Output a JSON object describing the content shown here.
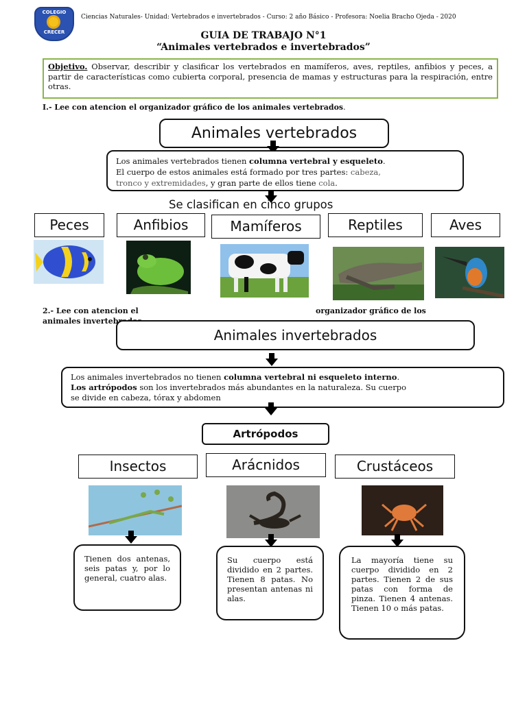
{
  "header": {
    "logo_top": "COLEGIO",
    "logo_bottom": "CRECER",
    "line": "Ciencias Naturales- Unidad: Vertebrados e invertebrados -  Curso: 2 año Básico -  Profesora: Noelia Bracho Ojeda   - 2020"
  },
  "title": {
    "line1": "GUIA DE TRABAJO N°1",
    "line2": "“Animales vertebrados e invertebrados”"
  },
  "objective": {
    "label": "Objetivo.",
    "text": " Observar, describir y clasificar los vertebrados en mamíferos, aves, reptiles, anfibios y peces, a partir de características como cubierta corporal, presencia de mamas y estructuras para la respiración, entre otras."
  },
  "section1": {
    "heading_bold": "I.- Lee con atencion el organizador gráfico de los animales vertebrados",
    "heading_end": ".",
    "main_box": "Animales vertebrados",
    "para_a": "Los animales vertebrados tienen ",
    "para_bold": "columna  vertebral y esqueleto",
    "para_b": ".",
    "para_line2": "El cuerpo de estos animales está formado por tres partes: ",
    "para_gray1": "cabeza,",
    "para_gray2": "tronco y extremidades",
    "para_line3b": ", y gran parte de ellos tiene ",
    "para_gray3": "cola",
    "para_line3c": ".",
    "classify": "Se clasifican en cinco grupos",
    "groups": [
      "Peces",
      "Anfibios",
      "Mamíferos",
      "Reptiles",
      "Aves"
    ]
  },
  "section2": {
    "heading_left": "2.- Lee con atencion el",
    "heading_right": "organizador gráfico de los",
    "heading_line2": "animales invertebrados",
    "main_box": "Animales invertebrados",
    "para_a": "Los animales invertebrados no tienen ",
    "para_bold": "columna  vertebral ni esqueleto interno",
    "para_b": ".",
    "para2_bold": "Los artrópodos",
    "para2_rest": " son los invertebrados más abundantes en la naturaleza. Su cuerpo",
    "para3": "se divide en cabeza, tórax y abdomen",
    "arthropods": "Artrópodos",
    "groups": [
      "Insectos",
      "Arácnidos",
      "Crustáceos"
    ],
    "descriptions": [
      "Tienen dos antenas, seis patas y, por lo general, cuatro alas.",
      "Su cuerpo está dividido en 2 partes. Tienen 8 patas. No presentan antenas ni alas.",
      "La mayoría tiene su cuerpo dividido en 2 partes. Tienen 2 de sus patas con forma de pinza. Tienen 4 antenas. Tienen 10 o más patas."
    ]
  },
  "colors": {
    "objective_border": "#8ab44a",
    "logo": "#2b52b0"
  }
}
